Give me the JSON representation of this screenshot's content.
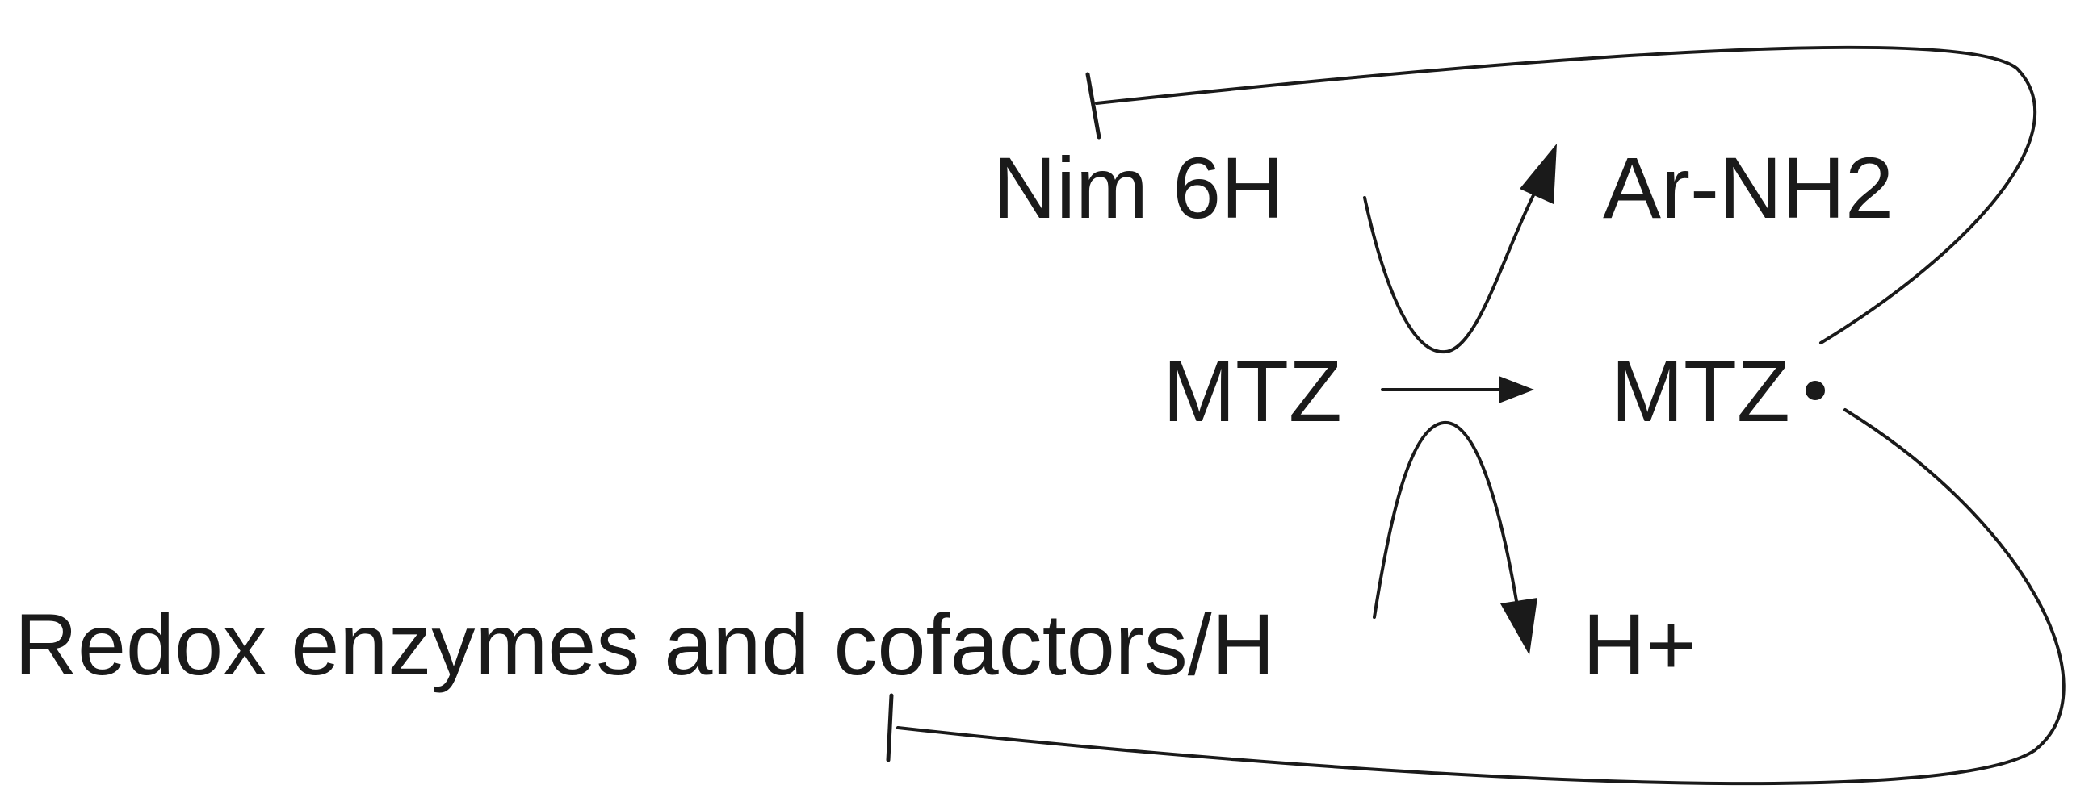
{
  "diagram": {
    "labels": {
      "nim": "Nim 6H",
      "arnh2": "Ar-NH2",
      "mtz": "MTZ",
      "mtz_radical": "MTZ",
      "redox": "Redox enzymes and cofactors/H",
      "hplus": "H+"
    },
    "colors": {
      "ink": "#1a1a1a",
      "background": "#ffffff"
    }
  }
}
